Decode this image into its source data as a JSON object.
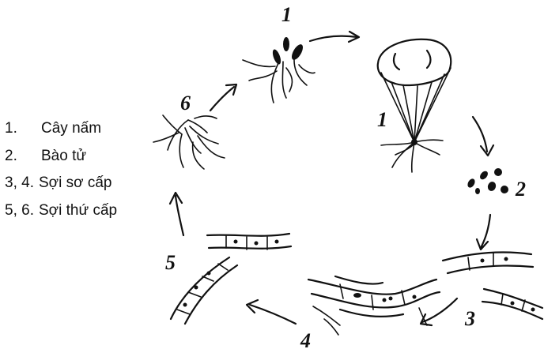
{
  "legend": [
    {
      "number": "1.",
      "text": "Cây nấm"
    },
    {
      "number": "2.",
      "text": "Bào tử"
    },
    {
      "number": "3, 4.",
      "text": "Sợi sơ cấp"
    },
    {
      "number": "5, 6.",
      "text": "Sợi thứ cấp"
    }
  ],
  "stage_labels": {
    "young_mushroom": "1",
    "mature_mushroom": "1",
    "spores": "2",
    "primary_hyphae_3": "3",
    "primary_hyphae_4": "4",
    "secondary_hyphae_5": "5",
    "secondary_hyphae_6": "6"
  }
}
